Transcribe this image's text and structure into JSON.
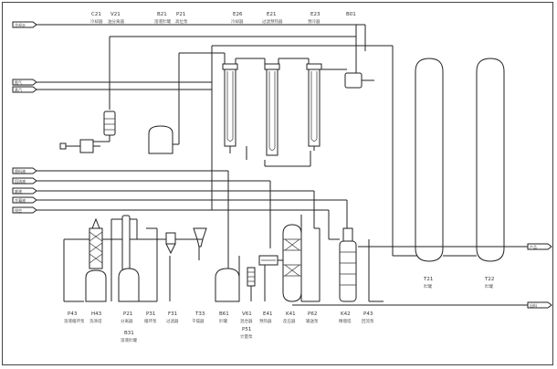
{
  "title": "",
  "top_equipment": [
    {
      "tag": "C21",
      "name": "冷却器"
    },
    {
      "tag": "V21",
      "name": "油分离器"
    },
    {
      "tag": "B21",
      "name": "溶液贮罐"
    },
    {
      "tag": "P21",
      "name": "高位泵"
    },
    {
      "tag": "E26",
      "name": "冷却器"
    },
    {
      "tag": "E21",
      "name": "过滤预热器"
    },
    {
      "tag": "E23",
      "name": "预冷器"
    },
    {
      "tag": "B01",
      "name": ""
    }
  ],
  "bottom_equipment": [
    {
      "tag": "P43",
      "name": "溶液循环泵"
    },
    {
      "tag": "H43",
      "name": "洗涤塔"
    },
    {
      "tag": "P21",
      "name": "分离器"
    },
    {
      "tag": "P31",
      "name": "循环泵"
    },
    {
      "tag": "F31",
      "name": "过滤器"
    },
    {
      "tag": "T33",
      "name": "干燥器"
    },
    {
      "tag": "B61",
      "name": "贮罐"
    },
    {
      "tag": "V61",
      "name": "混合器"
    },
    {
      "tag": "E41",
      "name": "预热器"
    },
    {
      "tag": "K41",
      "name": "反应器"
    },
    {
      "tag": "P62",
      "name": "输送泵"
    },
    {
      "tag": "K42",
      "name": "精馏塔"
    },
    {
      "tag": "P43",
      "name": "回流泵"
    }
  ],
  "secondary_labels": [
    {
      "tag": "B31",
      "name": "溶液贮罐"
    },
    {
      "tag": "P51",
      "name": "计量泵"
    }
  ],
  "storage_tanks": [
    {
      "tag": "T21",
      "name": "贮罐"
    },
    {
      "tag": "T22",
      "name": "贮罐"
    }
  ],
  "stream_labels_left": [
    "冷却水",
    "氮气",
    "蒸汽",
    "原料液",
    "回流液",
    "废液",
    "冷凝液",
    "排空"
  ],
  "stream_labels_right": [
    "产品",
    "出料"
  ]
}
